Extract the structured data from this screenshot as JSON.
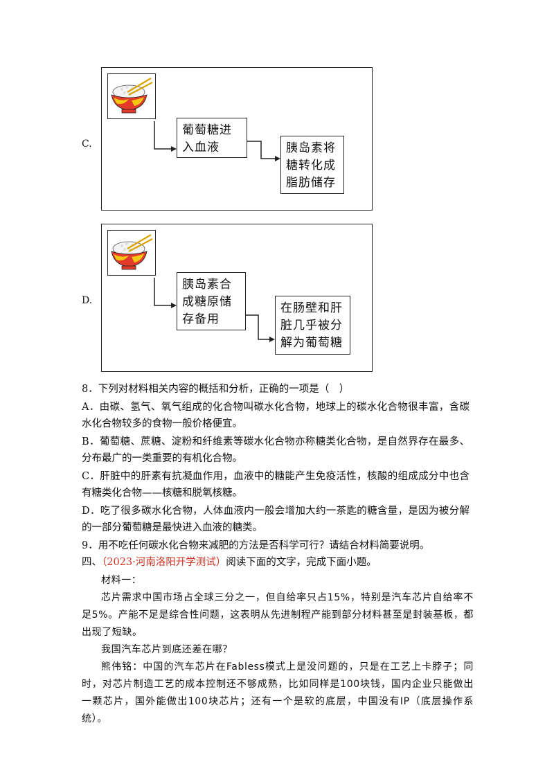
{
  "option_c": {
    "letter": "C.",
    "step1": [
      "葡萄糖进",
      "入血液"
    ],
    "step2": [
      "胰岛素将",
      "糖转化成",
      "脂肪储存"
    ]
  },
  "option_d": {
    "letter": "D.",
    "step1": [
      "胰岛素合",
      "成糖原储",
      "存备用"
    ],
    "step2": [
      "在肠壁和肝",
      "脏几乎被分",
      "解为葡萄糖"
    ]
  },
  "q8": {
    "stem": "8．下列对材料相关内容的概括和分析，正确的一项是（　）",
    "options": [
      "A．由碳、氢气、氧气组成的化合物叫碳水化合物，地球上的碳水化合物很丰富，含碳水化合物较多的食物一般价格便宜。",
      "B．葡萄糖、蔗糖、淀粉和纤维素等碳水化合物亦称糖类化合物，是自然界存在最多、分布最广的一类重要的有机化合物。",
      "C．肝脏中的肝素有抗凝血作用，血液中的糖能产生免疫活性，核酸的组成成分中也含有糖类化合物——核糖和脱氧核糖。",
      "D．吃了很多碳水化合物，人体血液内一般会增加大约一茶匙的糖含量，是因为被分解的一部分葡萄糖是最快进入血液的糖类。"
    ]
  },
  "q9": "9．用不吃任何碳水化合物来减肥的方法是否科学可行？请结合材料简要说明。",
  "section4": {
    "prefix": "四、",
    "source": "（2023·河南洛阳开学测试）",
    "instruction": "阅读下面的文字，完成下面小题。"
  },
  "material": {
    "heading": "材料一：",
    "para1": "芯片需求中国市场占全球三分之一，但自给率只占15%，特别是汽车芯片自给率不足5%。产能不足是综合性问题，这表明从先进制程产能到部分材料甚至是封装基板，都出现了短缺。",
    "para2": "我国汽车芯片到底还差在哪？",
    "para3": "熊伟铭：中国的汽车芯片在Fabless模式上是没问题的，只是在工艺上卡脖子；同时，对芯片制造工艺的成本控制还不够成熟，比如同样是100块钱，国内企业只能做出一颗芯片，国外能做出100块芯片；还有一个是软的底层，中国没有IP（底层操作系统）。"
  },
  "colors": {
    "source_red": "#d03020",
    "bowl_red": "#e23b2a",
    "bowl_yellow": "#f2c811"
  }
}
